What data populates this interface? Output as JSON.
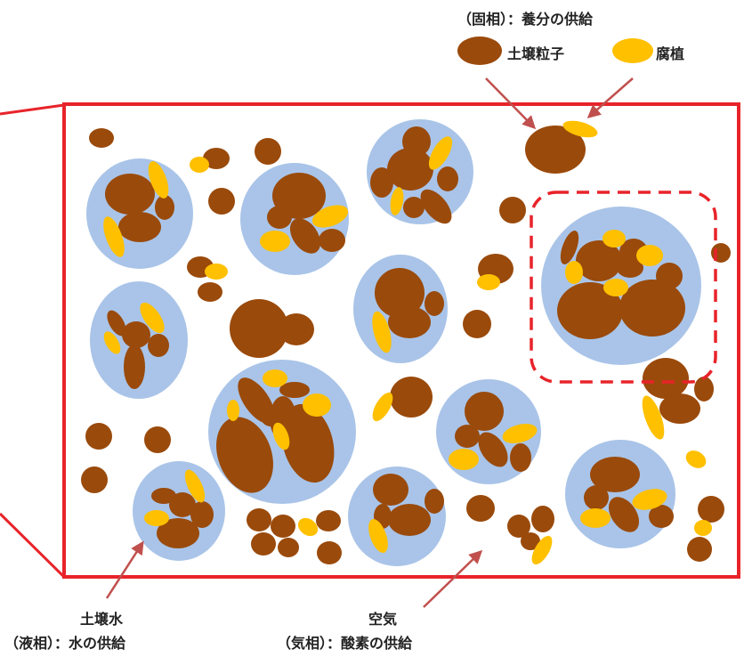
{
  "labels": {
    "solid": "（固相）：養分の供給",
    "particle": "土壌粒子",
    "humus": "腐植",
    "water_title": "土壌水",
    "water_desc": "（液相）：水の供給",
    "air_title": "空気",
    "air_desc": "（気相）：酸素の供給"
  },
  "colors": {
    "frame": "#e8232a",
    "soil": "#9a4a0b",
    "humus": "#ffc000",
    "water": "#a9c4e8",
    "arrow": "#c0504d"
  }
}
